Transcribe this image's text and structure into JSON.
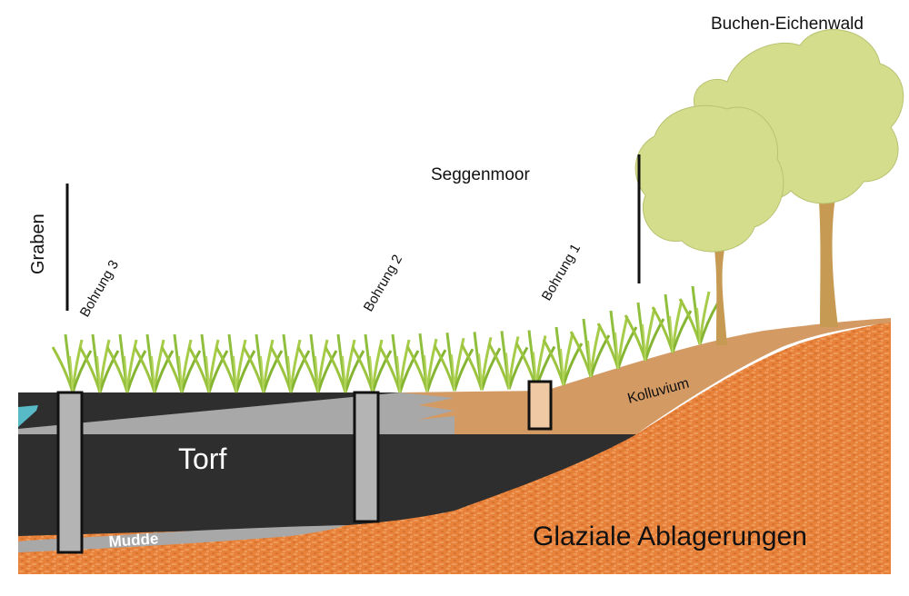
{
  "labels": {
    "forest": "Buchen-Eichenwald",
    "sedge_fen": "Seggenmoor",
    "ditch": "Graben",
    "core_3": "Bohrung 3",
    "core_2": "Bohrung 2",
    "core_1": "Bohrung 1",
    "colluvium": "Kolluvium",
    "peat": "Torf",
    "gyttja": "Mudde",
    "glacial": "Glaziale Ablagerungen"
  },
  "colors": {
    "glacial_deposits": "#e8823a",
    "colluvium": "#d39a64",
    "peat": "#2e2e2e",
    "gyttja": "#a8a8a8",
    "core_fill": "#b4b4b4",
    "core_1_fill": "#efc9a4",
    "water": "#58b9c7",
    "tree_crown": "#d3dd8c",
    "tree_trunk": "#c69a52",
    "reeds": "#8fbf3c"
  }
}
